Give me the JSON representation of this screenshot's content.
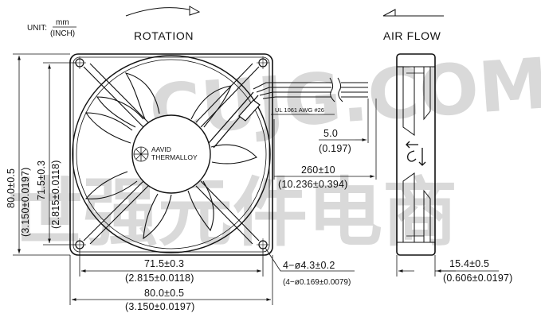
{
  "unit": {
    "prefix": "UNIT:",
    "mm": "mm",
    "inch": "(INCH)"
  },
  "labels": {
    "rotation": "ROTATION",
    "air_flow": "AIR FLOW"
  },
  "dims": {
    "width_mm": "80.0±0.5",
    "width_in": "(3.150±0.0197)",
    "height_mm": "80.0±0.5",
    "height_in": "(3.150±0.0197)",
    "hole_h_mm": "71.5±0.3",
    "hole_h_in": "(2.815±0.0118)",
    "hole_v_mm": "71.5±0.3",
    "hole_v_in": "(2.815±0.0118)",
    "hole_dia_mm": "4−ø4.3±0.2",
    "hole_dia_in": "(4−ø0.169±0.0079)",
    "lead_mm": "260±10",
    "lead_in": "(10.236±0.394)",
    "strip_mm": "5.0",
    "strip_in": "(0.197)",
    "depth_mm": "15.4±0.5",
    "depth_in": "(0.606±0.0197)"
  },
  "wire_label": "UL 1061 AWG #26",
  "logo": {
    "line1": "AAVID",
    "line2": "THERMALLOY"
  },
  "watermark": {
    "latin": "CUJG.COM",
    "cjk": "世强元件电商"
  }
}
